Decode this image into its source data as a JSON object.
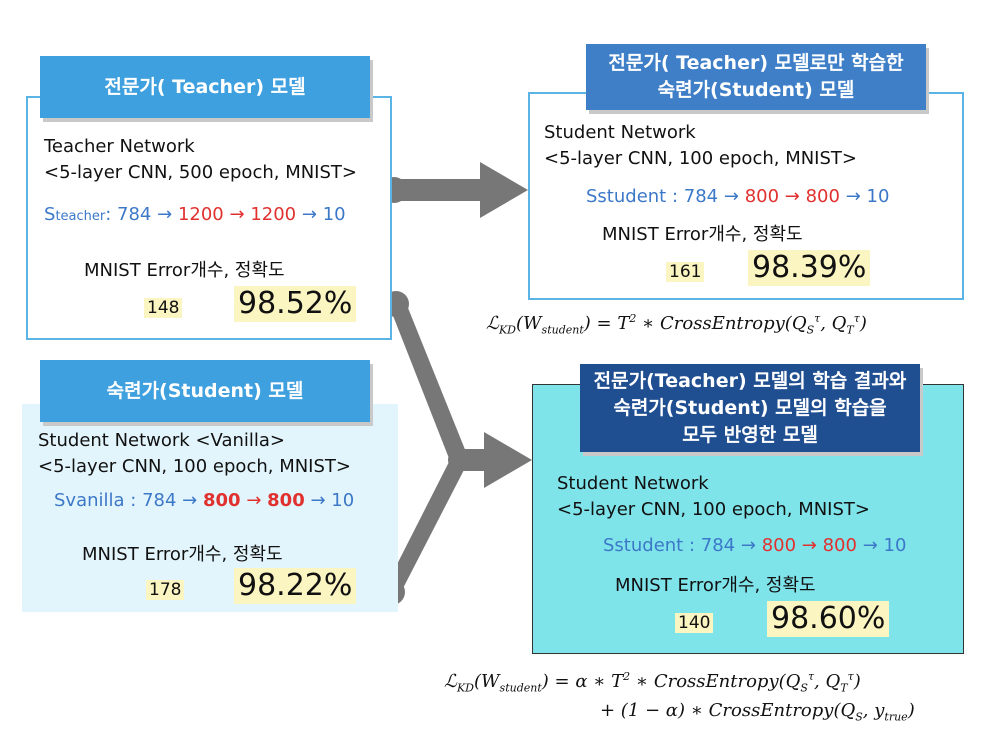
{
  "teacher": {
    "header": "전문가( Teacher) 모델",
    "network": "Teacher Network",
    "config": "<5-layer CNN, 500 epoch, MNIST>",
    "arch_prefix": "S",
    "arch_sub": "teacher",
    "arch_sep": ": ",
    "layer_in": "784",
    "layer_h1": "1200",
    "layer_h2": "1200",
    "layer_out": "10",
    "arrow": "→",
    "metric_label": "MNIST Error개수, 정확도",
    "errors": "148",
    "accuracy": "98.52%"
  },
  "student_teacher_only": {
    "header_line1": "전문가( Teacher) 모델로만 학습한",
    "header_line2": "숙련가(Student) 모델",
    "network": "Student Network",
    "config": "<5-layer CNN, 100 epoch, MNIST>",
    "arch_prefix": "Sstudent",
    "arch_sep": " : ",
    "layer_in": "784",
    "layer_h1": "800",
    "layer_h2": "800",
    "layer_out": "10",
    "arrow": "→",
    "metric_label": "MNIST Error개수, 정확도",
    "errors": "161",
    "accuracy": "98.39%"
  },
  "vanilla": {
    "header": "숙련가(Student) 모델",
    "network": "Student Network <Vanilla>",
    "config": "<5-layer CNN, 100 epoch, MNIST>",
    "arch_prefix": "Svanilla",
    "arch_sep": " : ",
    "layer_in": "784",
    "layer_h1": "800",
    "layer_h2": "800",
    "layer_out": "10",
    "arrow": "→",
    "metric_label": "MNIST Error개수, 정확도",
    "errors": "178",
    "accuracy": "98.22%"
  },
  "kd_student": {
    "header_line1": "전문가(Teacher) 모델의 학습 결과와",
    "header_line2": "숙련가(Student) 모델의 학습을",
    "header_line3": "모두 반영한 모델",
    "network": "Student Network",
    "config": "<5-layer CNN, 100 epoch, MNIST>",
    "arch_prefix": "Sstudent",
    "arch_sep": " : ",
    "layer_in": "784",
    "layer_h1": "800",
    "layer_h2": "800",
    "layer_out": "10",
    "arrow": "→",
    "metric_label": "MNIST Error개수, 정확도",
    "errors": "140",
    "accuracy": "98.60%"
  },
  "equations": {
    "L": "ℒ",
    "KD": "KD",
    "W": "(W",
    "student": "student",
    "eq1_rhs": ") = T",
    "two": "2",
    "ce": " ∗ CrossEntropy(Q",
    "S": "S",
    "tau": "τ",
    "comma_q": ", Q",
    "T": "T",
    "close": ")",
    "eq2_rhs": ") = α ∗ T",
    "eq2_line2": "+ (1 − α) ∗ CrossEntropy(Q",
    "ytrue_pre": ", y",
    "true": "true"
  },
  "colors": {
    "header_light": "#3fa0df",
    "header_mid": "#3f7fc8",
    "header_dark": "#1f4e91",
    "arch_blue": "#3c78c8",
    "arch_red": "#e0312f",
    "connector_gray": "#777777",
    "highlight_yellow": "#fbf5c2",
    "kd_box_cyan": "#7fe3ea",
    "vanilla_box_bg": "#e3f5fc"
  }
}
